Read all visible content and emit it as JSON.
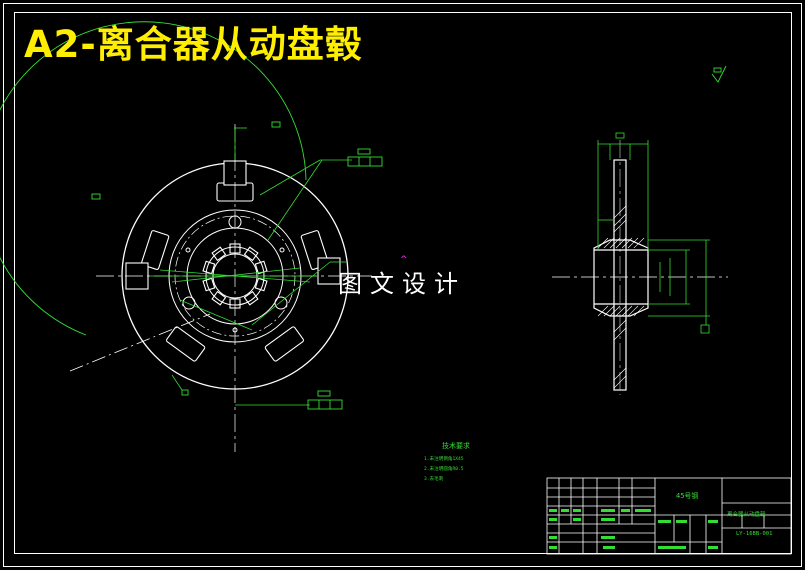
{
  "drawing": {
    "title": "A2-离合器从动盘毂",
    "watermark": "图文设计",
    "technical_requirements": {
      "heading": "技术要求",
      "lines": [
        "1.未注明倒角1X45",
        "2.未注明圆角R0.5",
        "3.去毛刺"
      ]
    },
    "title_block": {
      "part_name": "离合器从动盘毂",
      "drawing_no": "LY-16BB-001",
      "material": "45号钢"
    }
  }
}
